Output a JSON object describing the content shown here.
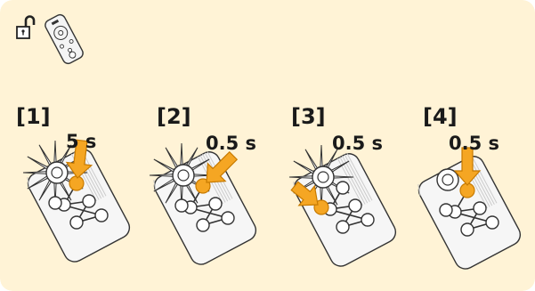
{
  "theme": {
    "background": "#fff3d6",
    "accent": "#f5a623",
    "accent_dark": "#c77a00",
    "outline": "#333333"
  },
  "header": {
    "lock_icon": "padlock-open-icon",
    "remote_icon": "remote-control-icon"
  },
  "steps": [
    {
      "label": "[1]",
      "duration": "5 s",
      "pressed_button": "center"
    },
    {
      "label": "[2]",
      "duration": "0.5 s",
      "pressed_button": "center"
    },
    {
      "label": "[3]",
      "duration": "0.5 s",
      "pressed_button": "bottom-left"
    },
    {
      "label": "[4]",
      "duration": "0.5 s",
      "pressed_button": "center"
    }
  ]
}
